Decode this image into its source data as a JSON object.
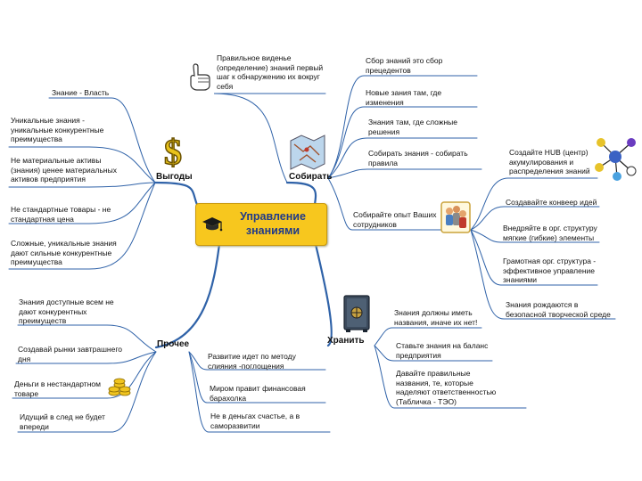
{
  "center": {
    "title": "Управление\nзнаниями"
  },
  "branches": {
    "vygody": "Выгоды",
    "sobirat": "Собирать",
    "hranit": "Хранить",
    "prochee": "Прочее"
  },
  "vygody_items": [
    "Знание - Власть",
    "Уникальные знания -\nуникальные конкурентные\nпреимущества",
    "Не материальные активы\n(знания) ценее материальных\nактивов предприятия",
    "Не стандартные товары - не\nстандартная цена",
    "Сложные, уникальные знания\nдают сильные конкурентные\nпреимущества"
  ],
  "top_note": "Правильное виденье\n(определение) знаний первый\nшаг к обнаружению их вокруг\nсебя",
  "sobirat_items": [
    "Сбор знаний это сбор\nпрецедентов",
    "Новые зания там, где\nизменения",
    "Знания там, где сложные\nрешения",
    "Собирать знания - собирать\nправила",
    "Собирайте опыт Ваших\nсотрудников"
  ],
  "opyt_items": [
    "Создайте HUB (центр)\nакумулирования и\nраспределения знаний",
    "Создавайте конвеер идей",
    "Внедряйте в орг. структуру\nмягкие (гибкие) элементы",
    "Грамотная орг. структура -\nэффективное управление\nзнаниями",
    "Знания рождаются в\nбезопасной творческой среде"
  ],
  "hranit_items": [
    "Знания должны иметь\nназвания, иначе их нет!",
    "Ставьте знания на баланс\nпредприятия",
    "Давайте правильные\nназвания, те, которые\nнаделяют ответственностью\n(Табличка - ТЭО)"
  ],
  "prochee_left": [
    "Знания доступные всем не\nдают конкурентных\nпреимуществ",
    "Создавай рынки завтрашнего\nдня",
    "Деньги в нестандартном\nтоваре",
    "Идущий в след не будет\nвпереди"
  ],
  "prochee_right": [
    "Развитие идет по методу\nслияния -поглощения",
    "Миром правит финансовая\nбарахолка",
    "Не в деньгах счастье, а в\nсаморазвитии"
  ],
  "colors": {
    "line": "#2f62a8",
    "center_fill": "#f7c71e",
    "center_text": "#1f3a8a"
  },
  "icons": [
    "dollar-icon",
    "hand-pointer-icon",
    "map-icon",
    "people-icon",
    "hub-network-icon",
    "safe-icon",
    "coins-icon",
    "graduation-cap-icon"
  ]
}
